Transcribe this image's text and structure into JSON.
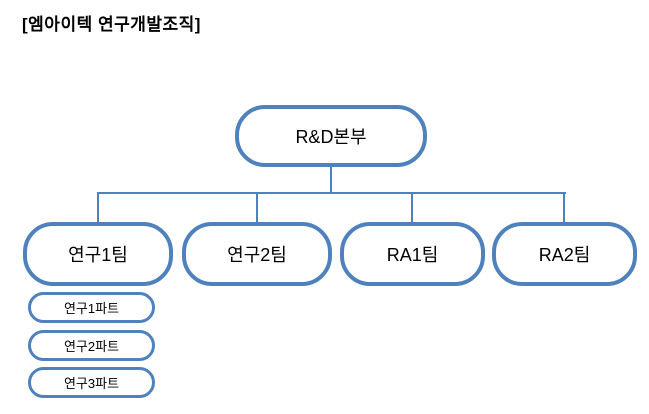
{
  "title": "[엠아이텍 연구개발조직]",
  "colors": {
    "accent": "#4F81BD",
    "text": "#000000",
    "background": "#FFFFFF"
  },
  "org": {
    "root": {
      "label": "R&D본부"
    },
    "teams": [
      {
        "label": "연구1팀"
      },
      {
        "label": "연구2팀"
      },
      {
        "label": "RA1팀"
      },
      {
        "label": "RA2팀"
      }
    ],
    "parts": [
      {
        "label": "연구1파트"
      },
      {
        "label": "연구2파트"
      },
      {
        "label": "연구3파트"
      }
    ]
  }
}
